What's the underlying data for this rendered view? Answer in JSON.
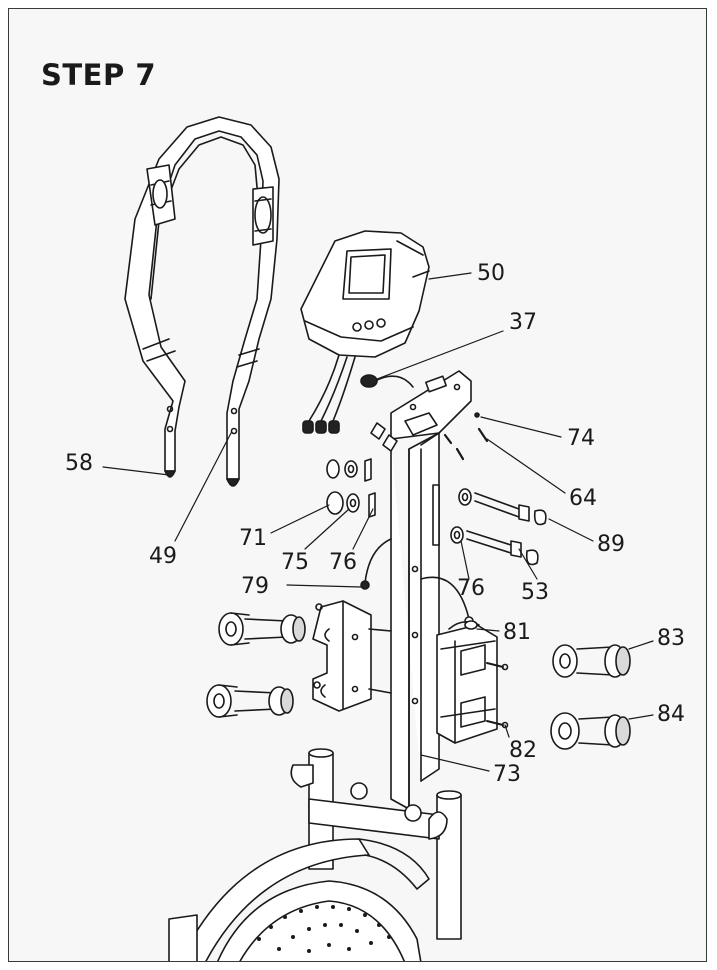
{
  "title": "STEP 7",
  "callouts": {
    "n50": "50",
    "n37": "37",
    "n74": "74",
    "n64": "64",
    "n58": "58",
    "n49": "49",
    "n71": "71",
    "n75": "75",
    "n76a": "76",
    "n76b": "76",
    "n89": "89",
    "n53": "53",
    "n79": "79",
    "n81": "81",
    "n83": "83",
    "n84": "84",
    "n82": "82",
    "n73": "73"
  },
  "colors": {
    "line": "#1a1a1a",
    "background": "#f7f7f7",
    "fill_dark": "#222222",
    "fill_light": "#ffffff",
    "fill_shade": "#d9d9d9"
  }
}
